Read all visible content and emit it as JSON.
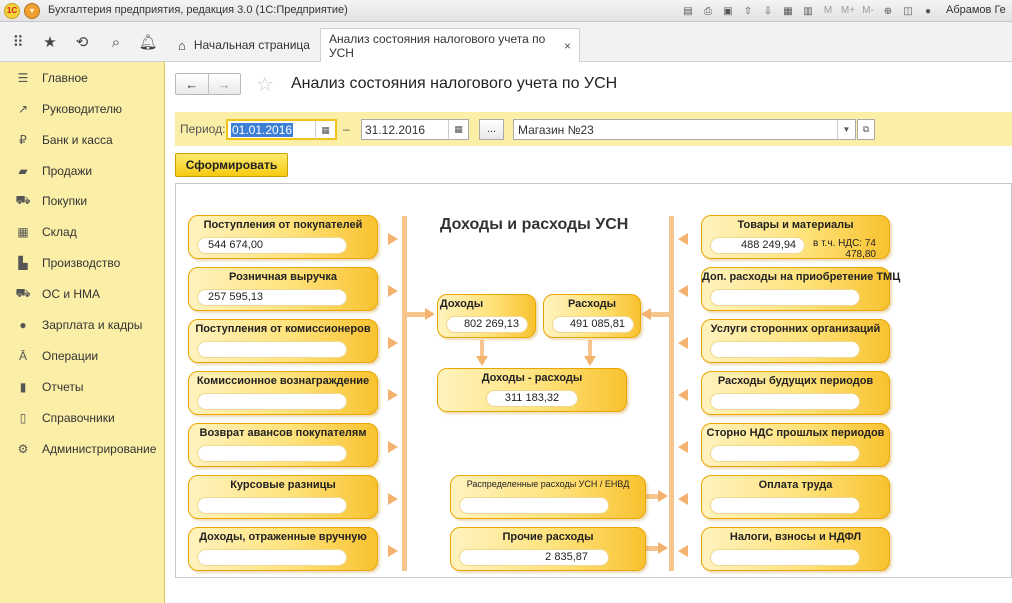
{
  "window": {
    "title": "Бухгалтерия предприятия, редакция 3.0  (1С:Предприятие)",
    "user": "Абрамов Ге",
    "memory_buttons": [
      "M",
      "M+",
      "M-"
    ]
  },
  "tabs": {
    "home": "Начальная страница",
    "active": "Анализ состояния налогового учета по УСН",
    "close": "×"
  },
  "sidebar": {
    "items": [
      {
        "label": "Главное",
        "icon": "menu-lines-icon"
      },
      {
        "label": "Руководителю",
        "icon": "trend-icon"
      },
      {
        "label": "Банк и касса",
        "icon": "ruble-coin-icon"
      },
      {
        "label": "Продажи",
        "icon": "bag-icon"
      },
      {
        "label": "Покупки",
        "icon": "cart-icon"
      },
      {
        "label": "Склад",
        "icon": "grid-icon"
      },
      {
        "label": "Производство",
        "icon": "factory-icon"
      },
      {
        "label": "ОС и НМА",
        "icon": "truck-icon"
      },
      {
        "label": "Зарплата и кадры",
        "icon": "person-icon"
      },
      {
        "label": "Операции",
        "icon": "operations-icon"
      },
      {
        "label": "Отчеты",
        "icon": "bar-chart-icon"
      },
      {
        "label": "Справочники",
        "icon": "book-icon"
      },
      {
        "label": "Администрирование",
        "icon": "gear-icon"
      }
    ]
  },
  "page": {
    "title": "Анализ состояния налогового учета по УСН",
    "period_label": "Период:",
    "date_from": "01.01.2016",
    "date_to": "31.12.2016",
    "dash": "–",
    "dots": "...",
    "organization": "Магазин №23",
    "generate_button": "Сформировать"
  },
  "scheme": {
    "title": "Доходы и расходы УСН",
    "left": [
      {
        "title": "Поступления от покупателей",
        "value": "544 674,00"
      },
      {
        "title": "Розничная выручка",
        "value": "257 595,13"
      },
      {
        "title": "Поступления от комиссионеров",
        "value": ""
      },
      {
        "title": "Комиссионное вознаграждение",
        "value": ""
      },
      {
        "title": "Возврат авансов покупателям",
        "value": ""
      },
      {
        "title": "Курсовые разницы",
        "value": ""
      },
      {
        "title": "Доходы, отраженные вручную",
        "value": ""
      }
    ],
    "right": [
      {
        "title": "Товары и материалы",
        "value": "488 249,94",
        "note": "в т.ч. НДС: 74 478,80"
      },
      {
        "title": "Доп. расходы на приобретение ТМЦ",
        "value": ""
      },
      {
        "title": "Услуги сторонних организаций",
        "value": ""
      },
      {
        "title": "Расходы будущих периодов",
        "value": ""
      },
      {
        "title": "Сторно НДС прошлых периодов",
        "value": ""
      },
      {
        "title": "Оплата труда",
        "value": ""
      },
      {
        "title": "Налоги, взносы и НДФЛ",
        "value": ""
      }
    ],
    "income": {
      "title": "Доходы",
      "value": "802 269,13"
    },
    "expenses": {
      "title": "Расходы",
      "value": "491 085,81"
    },
    "result": {
      "title": "Доходы - расходы",
      "value": "311 183,32"
    },
    "distributed": {
      "title": "Распределенные расходы УСН / ЕНВД",
      "value": ""
    },
    "other": {
      "title": "Прочие расходы",
      "value": "2 835,87"
    }
  },
  "colors": {
    "sidebar_bg": "#fbefa8",
    "box_border": "#e9a500",
    "arrow": "#f4b26f",
    "button": "#f5cb10"
  }
}
